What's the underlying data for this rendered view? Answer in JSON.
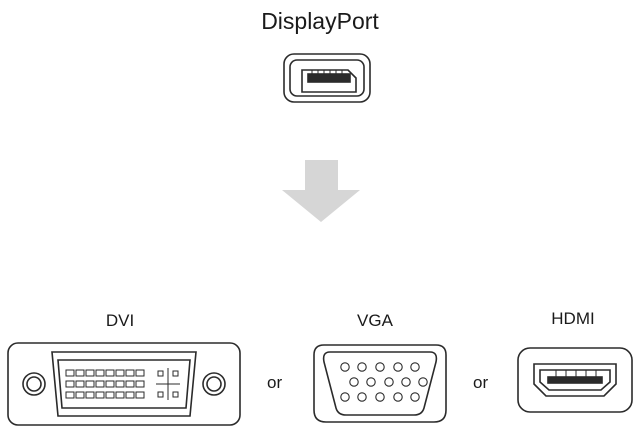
{
  "source": {
    "label": "DisplayPort",
    "icon": "displayport-port-icon"
  },
  "arrow": {
    "icon": "down-arrow-icon",
    "color": "#d6d6d6"
  },
  "targets": [
    {
      "label": "DVI",
      "icon": "dvi-port-icon"
    },
    {
      "label": "VGA",
      "icon": "vga-port-icon"
    },
    {
      "label": "HDMI",
      "icon": "hdmi-port-icon"
    }
  ],
  "separators": [
    "or",
    "or"
  ],
  "colors": {
    "line": "#2b2b2b",
    "background": "#ffffff"
  }
}
